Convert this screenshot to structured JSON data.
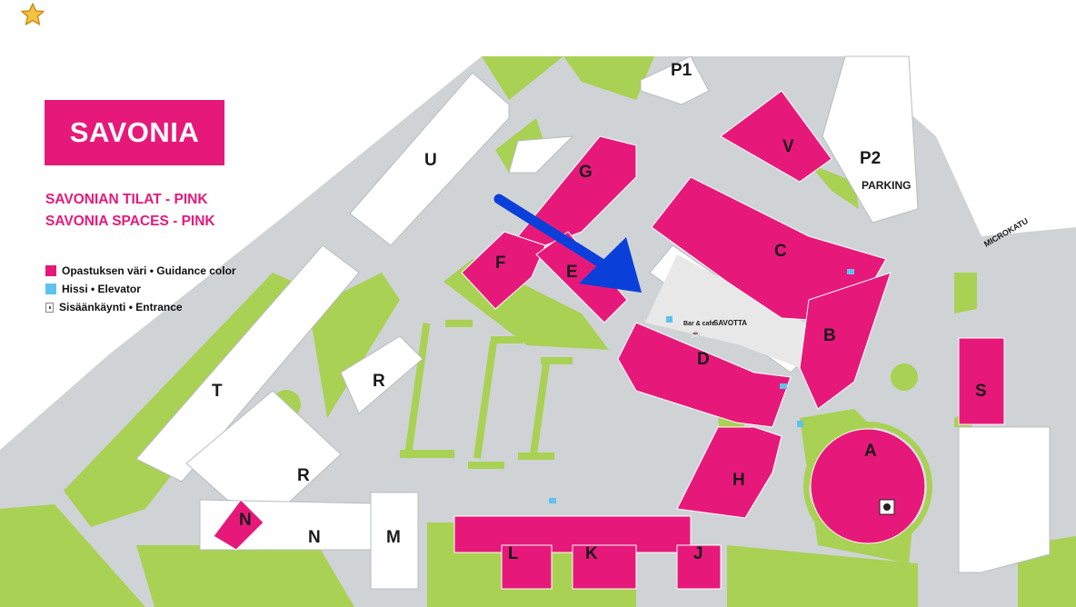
{
  "favorite_icon": "star-icon",
  "brand": {
    "name": "SAVONIA",
    "color": "#e6197a"
  },
  "titles": {
    "line1": "SAVONIAN TILAT - PINK",
    "line2": "SAVONIA SPACES - PINK"
  },
  "legend": [
    {
      "label": "Opastuksen väri • Guidance color",
      "swatch": "#e6197a",
      "icon": "pink-swatch-icon"
    },
    {
      "label": "Hissi • Elevator",
      "swatch": "#5ec2ee",
      "icon": "elevator-swatch-icon"
    },
    {
      "label": "Sisäänkäynti • Entrance",
      "swatch": "#ffffff",
      "icon": "entrance-icon"
    }
  ],
  "buildings": {
    "A": "A",
    "B": "B",
    "C": "C",
    "D": "D",
    "E": "E",
    "F": "F",
    "G": "G",
    "H": "H",
    "J": "J",
    "K": "K",
    "L": "L",
    "M": "M",
    "N1": "N",
    "N2": "N",
    "R1": "R",
    "R2": "R",
    "S": "S",
    "T": "T",
    "U": "U",
    "V": "V"
  },
  "parking": {
    "p1": "P1",
    "p2": "P2",
    "p2_caption": "PARKING"
  },
  "street": "MICROKATU",
  "cafe": {
    "prefix": "Bar & cafe",
    "name": "SAVOTTA"
  },
  "colors": {
    "road": "#cfd3d6",
    "grass": "#a9d153",
    "building": "#ffffff",
    "savonia": "#e6197a",
    "arrow": "#0b3fd9"
  },
  "arrow_icon": "direction-arrow-icon"
}
